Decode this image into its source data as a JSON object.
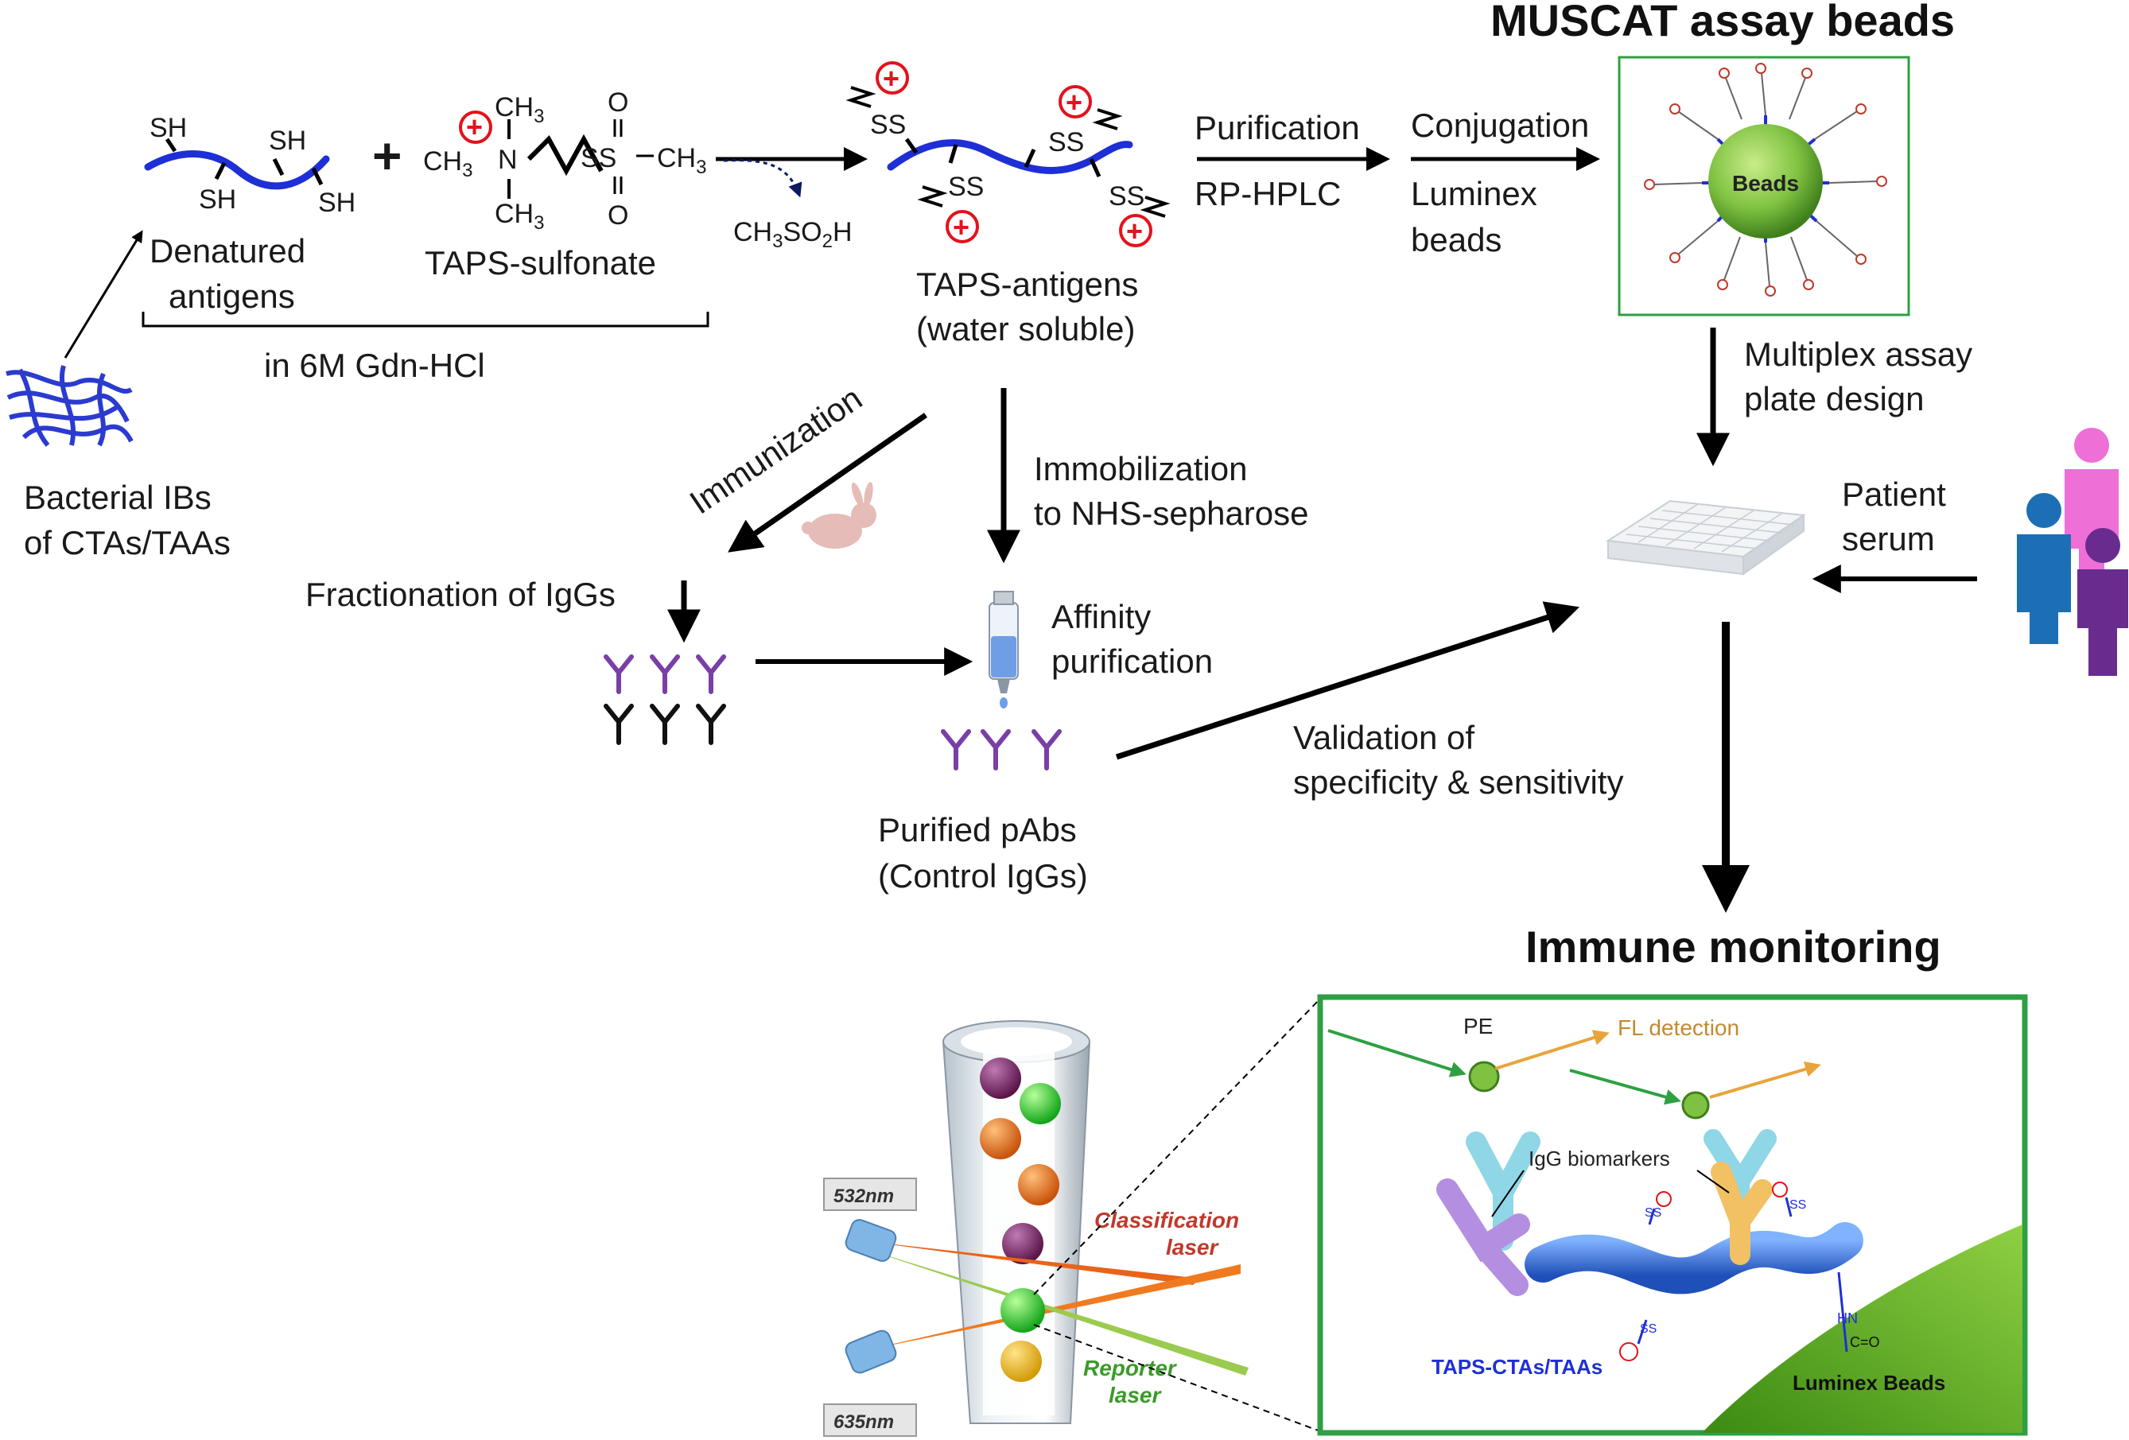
{
  "titles": {
    "beads": "MUSCAT assay beads",
    "immune": "Immune monitoring"
  },
  "chemistry": {
    "sh": "SH",
    "plus_sign": "+",
    "ch3": "CH",
    "three": "3",
    "n": "N",
    "ss": "SS",
    "o": "O",
    "byproduct_a": "CH",
    "byproduct_b": "3",
    "byproduct_c": "SO",
    "byproduct_d": "2",
    "byproduct_e": "H",
    "dash": "−",
    "charge": "+"
  },
  "labels": {
    "denatured_1": "Denatured",
    "denatured_2": "antigens",
    "taps_sulfonate": "TAPS-sulfonate",
    "gdn": "in 6M Gdn-HCl",
    "bacterial_1": "Bacterial IBs",
    "bacterial_2": "of CTAs/TAAs",
    "taps_antigens_1": "TAPS-antigens",
    "taps_antigens_2": "(water soluble)",
    "purification": "Purification",
    "rphplc": "RP-HPLC",
    "conjugation": "Conjugation",
    "luminex_1": "Luminex",
    "luminex_2": "beads",
    "beads_label": "Beads",
    "multiplex_1": "Multiplex assay",
    "multiplex_2": "plate design",
    "patient_1": "Patient",
    "patient_2": "serum",
    "immunization": "Immunization",
    "immob_1": "Immobilization",
    "immob_2": "to NHS-sepharose",
    "fractionation": "Fractionation of IgGs",
    "affinity_1": "Affinity",
    "affinity_2": "purification",
    "purified_1": "Purified pAbs",
    "purified_2": "(Control IgGs)",
    "validation_1": "Validation of",
    "validation_2": "specificity & sensitivity"
  },
  "detector": {
    "wl_532": "532nm",
    "wl_635": "635nm",
    "class_1": "Classification",
    "class_2": "laser",
    "rep_1": "Reporter",
    "rep_2": "laser"
  },
  "inset": {
    "pe": "PE",
    "fl": "FL detection",
    "igg": "IgG biomarkers",
    "taps": "TAPS-CTAs/TAAs",
    "lumbeads": "Luminex Beads",
    "hn": "HN",
    "co": "C=O",
    "ss": "SS"
  },
  "colors": {
    "antigen_blue": "#1f2fd6",
    "charge_red": "#e3121b",
    "bead_green": "#7fc241",
    "box_green": "#2ea043",
    "antibody_purple": "#7a3fa6",
    "pink": "#ee6fd6",
    "blue_person": "#1c6fb5",
    "purple_person": "#6a2b8f",
    "laser_orange": "#f07a1f",
    "laser_green": "#9acb4f",
    "fl_orange": "#e8a43c"
  },
  "icons": [
    "rabbit-icon",
    "column-icon",
    "well-plate-icon",
    "people-icon",
    "antibody-icon"
  ]
}
